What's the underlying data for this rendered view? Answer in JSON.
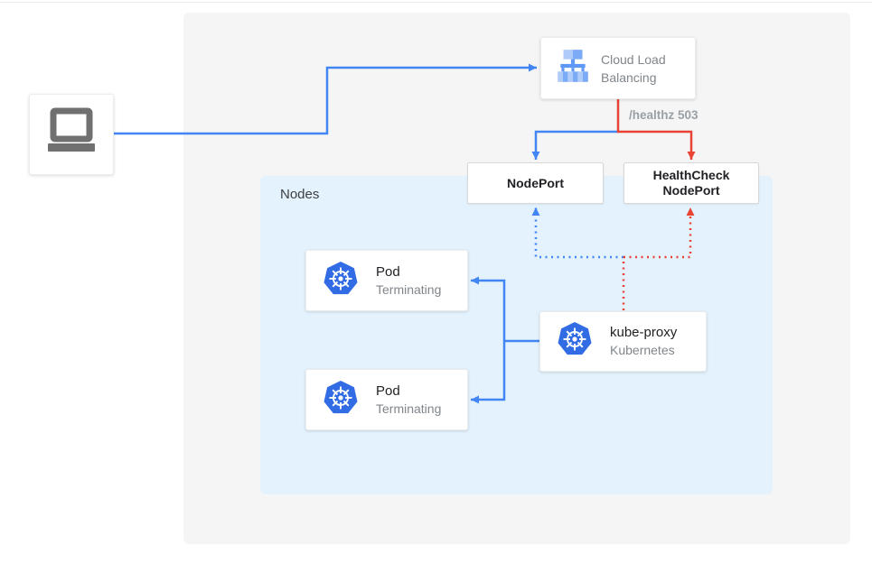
{
  "colors": {
    "blue": "#4285f4",
    "red": "#ea4335",
    "outer_panel_bg": "#f5f5f5",
    "nodes_panel_bg": "#e3f2fd",
    "kubernetes_blue": "#326ce5",
    "load_balancer_blue_light": "#aecbfa",
    "load_balancer_blue_mid": "#7baaf7",
    "muted_text": "#80868b"
  },
  "client": {
    "icon": "laptop-icon"
  },
  "cloud_load_balancing": {
    "label": "Cloud Load Balancing",
    "lines": [
      "Cloud Load",
      "Balancing"
    ],
    "icon": "cloud-load-balancing-icon"
  },
  "healthz_badge": "/healthz 503",
  "nodeport": {
    "label": "NodePort"
  },
  "healthcheck_nodeport": {
    "label": "HealthCheck NodePort",
    "lines": [
      "HealthCheck",
      "NodePort"
    ]
  },
  "nodes_panel": {
    "label": "Nodes"
  },
  "pods": [
    {
      "title": "Pod",
      "status": "Terminating",
      "icon": "kubernetes-icon"
    },
    {
      "title": "Pod",
      "status": "Terminating",
      "icon": "kubernetes-icon"
    }
  ],
  "kube_proxy": {
    "title": "kube-proxy",
    "subtitle": "Kubernetes",
    "icon": "kubernetes-icon"
  }
}
